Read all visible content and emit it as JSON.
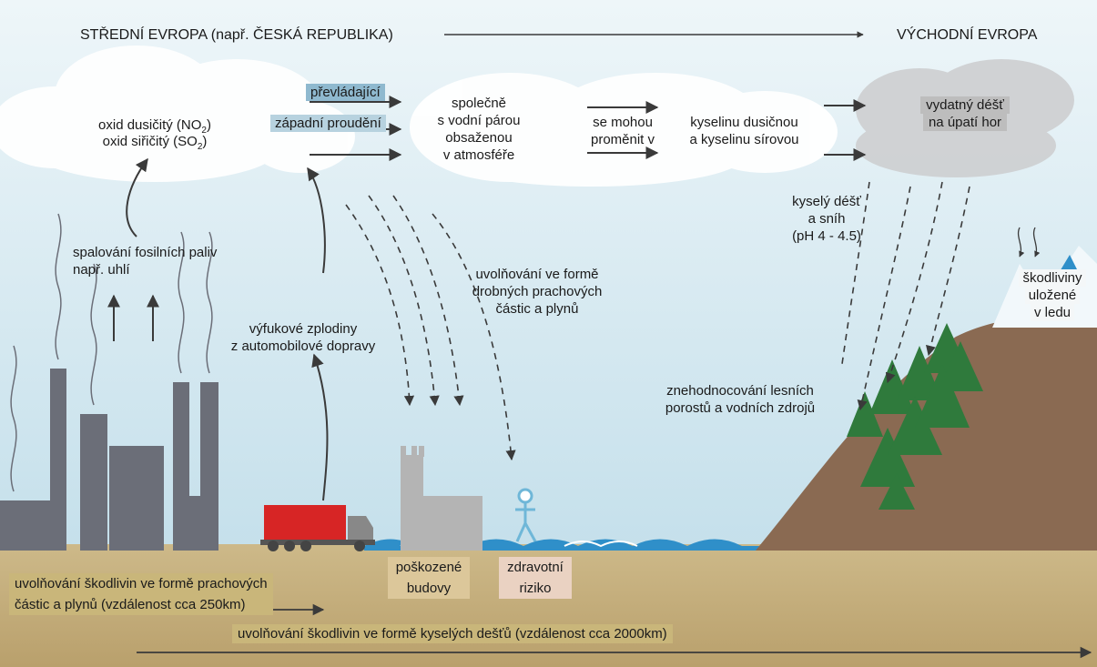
{
  "header": {
    "left": "STŘEDNÍ EVROPA (např. ČESKÁ REPUBLIKA)",
    "right": "VÝCHODNÍ EVROPA"
  },
  "labels": {
    "no2_prefix": "oxid dusičitý (NO",
    "no2_sub": "2",
    "no2_suffix": ")",
    "so2_prefix": "oxid siřičitý (SO",
    "so2_sub": "2",
    "so2_suffix": ")",
    "prevailing_1": "převládající",
    "prevailing_2": "západní proudění",
    "together_1": "společně",
    "together_2": "s vodní párou",
    "together_3": "obsaženou",
    "together_4": "v atmosféře",
    "transform_1": "se mohou",
    "transform_2": "proměnit v",
    "acids_1": "kyselinu dusičnou",
    "acids_2": "a kyselinu sírovou",
    "heavy_rain_1": "vydatný déšť",
    "heavy_rain_2": "na úpatí hor",
    "acid_rain_1": "kyselý déšť",
    "acid_rain_2": "a sníh",
    "acid_rain_3": "(pH 4 - 4.5)",
    "ice_1": "škodliviny",
    "ice_2": "uložené",
    "ice_3": "v ledu",
    "fossil_1": "spalování fosilních paliv",
    "fossil_2": "např. uhlí",
    "exhaust_1": "výfukové zplodiny",
    "exhaust_2": "z automobilové dopravy",
    "particles_1": "uvolňování ve formě",
    "particles_2": "drobných prachových",
    "particles_3": "částic a plynů",
    "forest_1": "znehodnocování lesních",
    "forest_2": "porostů a vodních zdrojů",
    "buildings_1": "poškozené",
    "buildings_2": "budovy",
    "health_1": "zdravotní",
    "health_2": "riziko",
    "release_dust_1": "uvolňování škodlivin ve formě prachových",
    "release_dust_2": "částic a plynů (vzdálenost cca 250km)",
    "release_acid": "uvolňování škodlivin ve formě kyselých dešťů (vzdálenost cca 2000km)"
  },
  "colors": {
    "sky_top": "#eaf4f8",
    "sky_bottom": "#c2dfeb",
    "ground": "#cbb585",
    "factory": "#6b6e78",
    "truck": "#d72525",
    "mountain": "#8a6a52",
    "tree": "#2f7a3c",
    "water": "#2f8fc9",
    "highlight_blue": "#8fb9cf",
    "label_tan": "#c9b67a",
    "label_pink": "#ead2c2"
  }
}
